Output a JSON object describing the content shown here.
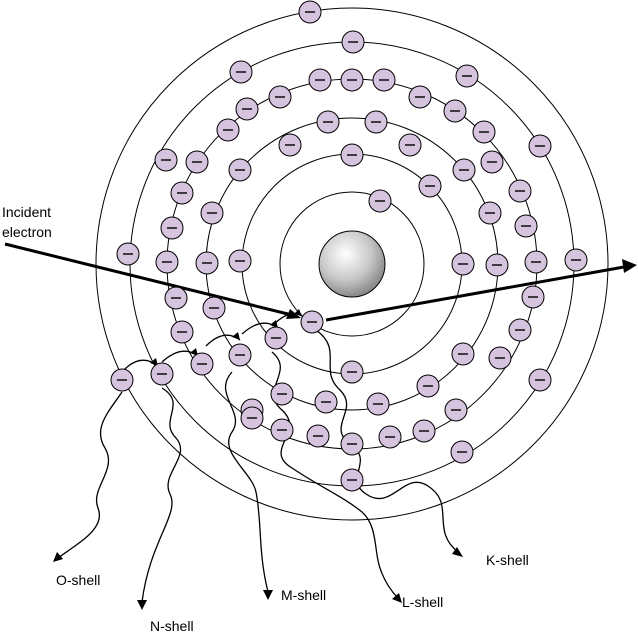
{
  "labels": {
    "incident_line1": "Incident",
    "incident_line2": "electron",
    "o_shell": "O-shell",
    "n_shell": "N-shell",
    "m_shell": "M-shell",
    "l_shell": "L-shell",
    "k_shell": "K-shell"
  },
  "electron_symbol": "−",
  "colors": {
    "electron_fill": "#d6c3de",
    "line": "#000000",
    "nucleus_highlight": "#ffffff",
    "nucleus_shadow": "#8a8a8a"
  }
}
